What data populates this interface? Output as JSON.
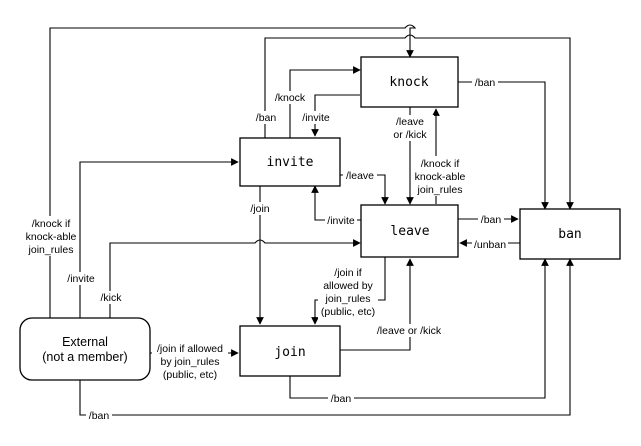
{
  "states": {
    "knock": "knock",
    "invite": "invite",
    "leave": "leave",
    "ban": "ban",
    "join": "join",
    "external_line1": "External",
    "external_line2": "(not a member)"
  },
  "edge_labels": {
    "ban_top": "/ban",
    "knock_from_invite": "/knock",
    "invite_from_knock": "/invite",
    "knock_to_ban": "/ban",
    "knock_to_leave_1": "/leave",
    "knock_to_leave_2": "or /kick",
    "invite_to_leave": "/leave",
    "leave_to_knock_1": "/knock if",
    "leave_to_knock_2": "knock-able",
    "leave_to_knock_3": "join_rules",
    "invite_to_join": "/join",
    "leave_to_invite": "/invite",
    "leave_to_ban": "/ban",
    "ban_to_leave": "/unban",
    "ext_knock_1": "/knock if",
    "ext_knock_2": "knock-able",
    "ext_knock_3": "join_rules",
    "ext_invite": "/invite",
    "ext_kick": "/kick",
    "leave_to_join_1": "/join if",
    "leave_to_join_2": "allowed by",
    "leave_to_join_3": "join_rules",
    "leave_to_join_4": "(public, etc)",
    "join_to_leave": "/leave or /kick",
    "ext_join_1": "/join if allowed",
    "ext_join_2": "by join_rules",
    "ext_join_3": "(public, etc)",
    "join_to_ban": "/ban",
    "ext_ban": "/ban"
  }
}
